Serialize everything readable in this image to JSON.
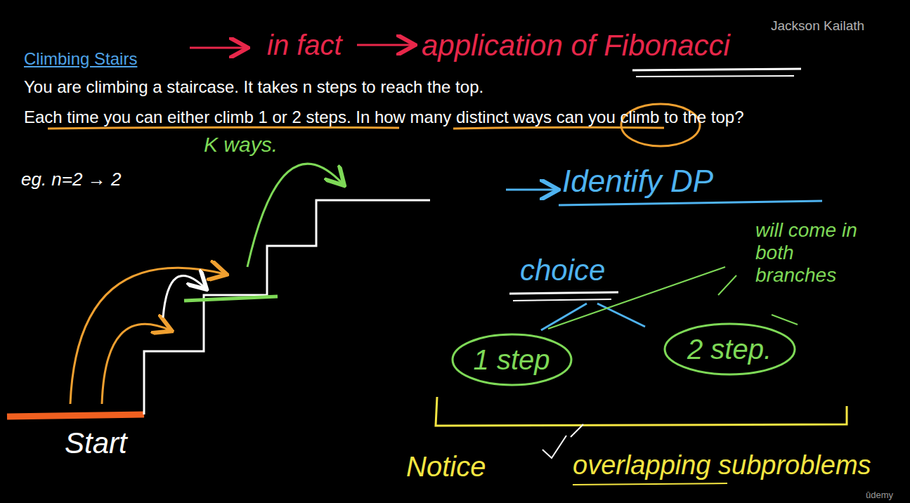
{
  "diagram": {
    "title": "Climbing Stairs",
    "nodes": [
      {
        "text": [
          "1 step"
        ]
      },
      {
        "text": [
          "2 step."
        ]
      }
    ],
    "labels": [
      "Jackson Kailath",
      "in fact",
      "application of Fibonacci",
      "You are climbing a staircase. It takes n steps to reach the top.",
      "Each time you can either climb 1 or 2 steps. In how many distinct ways can you climb to the top?",
      "eg. n=2 → 2",
      "K ways.",
      "Start",
      "Identify DP",
      "choice",
      "will come in both branches",
      "Notice",
      "overlapping subproblems",
      "ûdemy"
    ]
  }
}
